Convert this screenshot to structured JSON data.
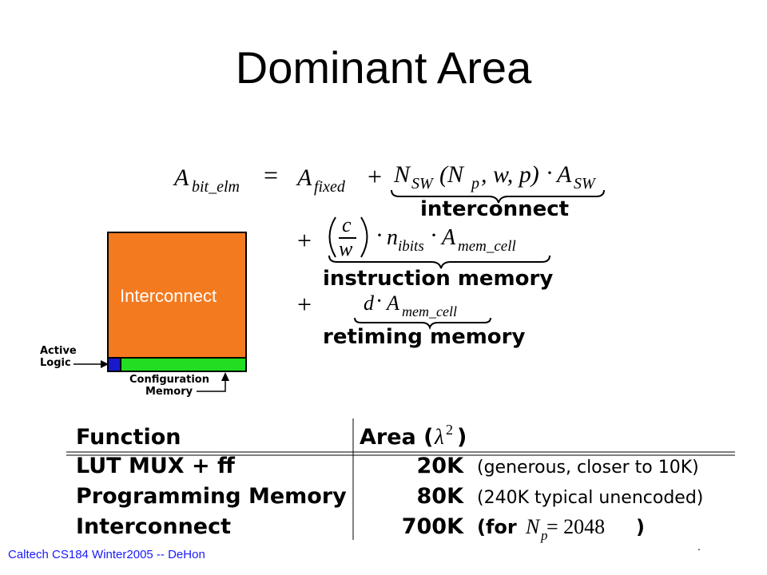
{
  "slide": {
    "title": "Dominant Area",
    "footer": "Caltech CS184 Winter2005 -- DeHon",
    "corner_mark": "."
  },
  "equation": {
    "lhs": "A",
    "lhs_sub": "bit_elm",
    "equals": "=",
    "term_fixed": "A",
    "term_fixed_sub": "fixed",
    "plus": "+",
    "term_sw_n": "N",
    "term_sw_n_sub": "SW",
    "term_sw_args": "(N",
    "term_sw_args_sub": "p",
    "term_sw_args_rest": ", w, p)",
    "dot": "·",
    "term_sw_a": "A",
    "term_sw_a_sub": "SW",
    "brace1_label": "interconnect",
    "frac_num": "c",
    "frac_den": "w",
    "n_ibits": "n",
    "n_ibits_sub": "ibits",
    "a_mem": "A",
    "a_mem_sub": "mem_cell",
    "brace2_label": "instruction memory",
    "d_term": "d",
    "brace3_label": "retiming memory"
  },
  "diagram": {
    "block_label": "Interconnect",
    "active_logic_label_1": "Active",
    "active_logic_label_2": "Logic",
    "config_mem_label_1": "Configuration",
    "config_mem_label_2": "Memory",
    "colors": {
      "interconnect": "#f47a20",
      "active_logic": "#1a1acc",
      "config_memory": "#22dd22"
    }
  },
  "table": {
    "headers": {
      "function": "Function",
      "area": "Area (",
      "area_sym": "λ",
      "area_exp": "2",
      "area_close": ")"
    },
    "rows": [
      {
        "function": "LUT MUX + ff",
        "area": "20K",
        "note": "(generous, closer to 10K)"
      },
      {
        "function": "Programming Memory",
        "area": "80K",
        "note": "(240K typical unencoded)"
      },
      {
        "function": "Interconnect",
        "area": "700K",
        "note_pre": "(for ",
        "note_var": "N",
        "note_sub": "p",
        "note_eq": " = 2048",
        "note_post": ")"
      }
    ]
  }
}
